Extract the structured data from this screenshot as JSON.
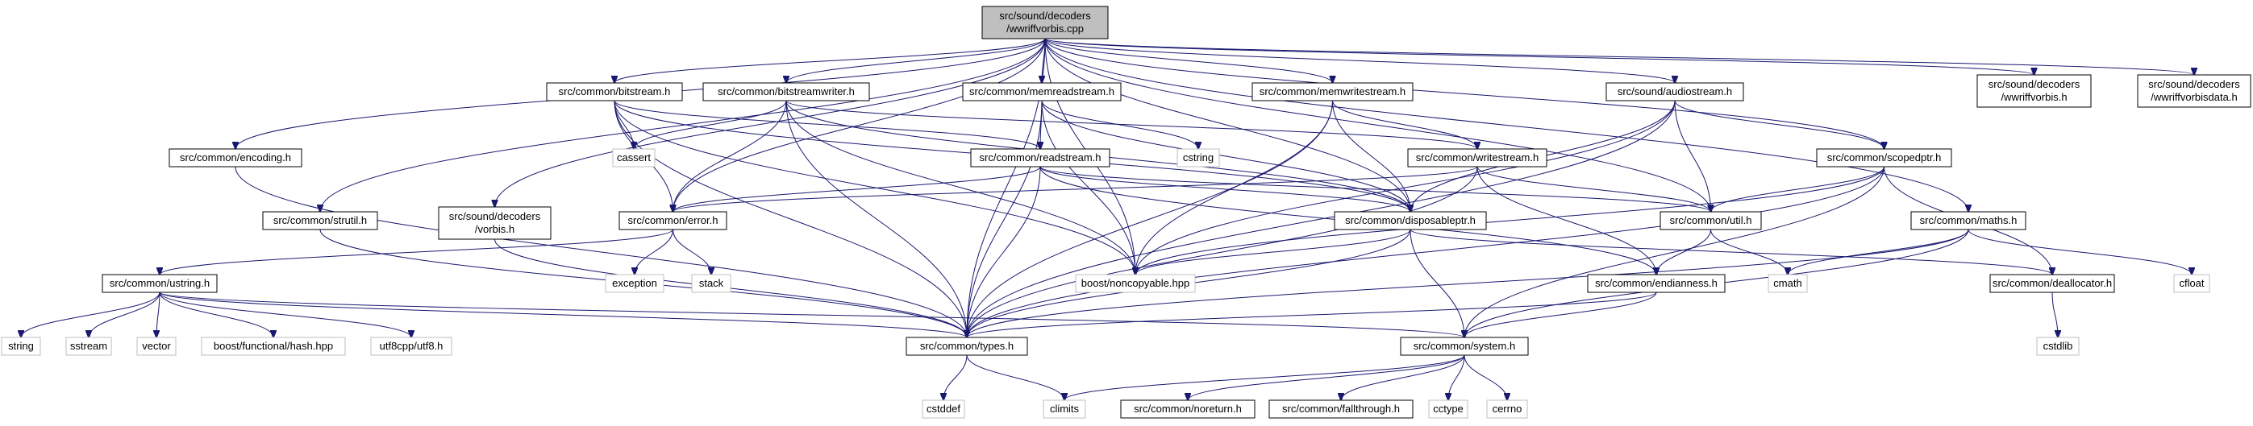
{
  "graph": {
    "nodes": [
      {
        "id": "main",
        "lines": [
          "src/sound/decoders",
          "/wwriffvorbis.cpp"
        ],
        "kind": "main"
      },
      {
        "id": "bitstream",
        "lines": [
          "src/common/bitstream.h"
        ],
        "kind": "file"
      },
      {
        "id": "bitstreamwriter",
        "lines": [
          "src/common/bitstreamwriter.h"
        ],
        "kind": "file"
      },
      {
        "id": "memreadstream",
        "lines": [
          "src/common/memreadstream.h"
        ],
        "kind": "file"
      },
      {
        "id": "memwritestream",
        "lines": [
          "src/common/memwritestream.h"
        ],
        "kind": "file"
      },
      {
        "id": "audiostream",
        "lines": [
          "src/sound/audiostream.h"
        ],
        "kind": "file"
      },
      {
        "id": "wwriffvorbis_h",
        "lines": [
          "src/sound/decoders",
          "/wwriffvorbis.h"
        ],
        "kind": "file"
      },
      {
        "id": "wwriffvorbisdata",
        "lines": [
          "src/sound/decoders",
          "/wwriffvorbisdata.h"
        ],
        "kind": "file"
      },
      {
        "id": "encoding",
        "lines": [
          "src/common/encoding.h"
        ],
        "kind": "file"
      },
      {
        "id": "strutil",
        "lines": [
          "src/common/strutil.h"
        ],
        "kind": "file"
      },
      {
        "id": "vorbis",
        "lines": [
          "src/sound/decoders",
          "/vorbis.h"
        ],
        "kind": "file"
      },
      {
        "id": "cassert",
        "lines": [
          "cassert"
        ],
        "kind": "sys"
      },
      {
        "id": "readstream",
        "lines": [
          "src/common/readstream.h"
        ],
        "kind": "file"
      },
      {
        "id": "cstring",
        "lines": [
          "cstring"
        ],
        "kind": "sys"
      },
      {
        "id": "writestream",
        "lines": [
          "src/common/writestream.h"
        ],
        "kind": "file"
      },
      {
        "id": "scopedptr",
        "lines": [
          "src/common/scopedptr.h"
        ],
        "kind": "file"
      },
      {
        "id": "error",
        "lines": [
          "src/common/error.h"
        ],
        "kind": "file"
      },
      {
        "id": "disposableptr",
        "lines": [
          "src/common/disposableptr.h"
        ],
        "kind": "file"
      },
      {
        "id": "util",
        "lines": [
          "src/common/util.h"
        ],
        "kind": "file"
      },
      {
        "id": "maths",
        "lines": [
          "src/common/maths.h"
        ],
        "kind": "file"
      },
      {
        "id": "ustring",
        "lines": [
          "src/common/ustring.h"
        ],
        "kind": "file"
      },
      {
        "id": "exception",
        "lines": [
          "exception"
        ],
        "kind": "sys"
      },
      {
        "id": "stack",
        "lines": [
          "stack"
        ],
        "kind": "sys"
      },
      {
        "id": "noncopyable",
        "lines": [
          "boost/noncopyable.hpp"
        ],
        "kind": "sys"
      },
      {
        "id": "endianness",
        "lines": [
          "src/common/endianness.h"
        ],
        "kind": "file"
      },
      {
        "id": "cmath",
        "lines": [
          "cmath"
        ],
        "kind": "sys"
      },
      {
        "id": "deallocator",
        "lines": [
          "src/common/deallocator.h"
        ],
        "kind": "file"
      },
      {
        "id": "cfloat",
        "lines": [
          "cfloat"
        ],
        "kind": "sys"
      },
      {
        "id": "string",
        "lines": [
          "string"
        ],
        "kind": "sys"
      },
      {
        "id": "sstream",
        "lines": [
          "sstream"
        ],
        "kind": "sys"
      },
      {
        "id": "vector",
        "lines": [
          "vector"
        ],
        "kind": "sys"
      },
      {
        "id": "hash",
        "lines": [
          "boost/functional/hash.hpp"
        ],
        "kind": "sys"
      },
      {
        "id": "utf8",
        "lines": [
          "utf8cpp/utf8.h"
        ],
        "kind": "sys"
      },
      {
        "id": "types",
        "lines": [
          "src/common/types.h"
        ],
        "kind": "file"
      },
      {
        "id": "system",
        "lines": [
          "src/common/system.h"
        ],
        "kind": "file"
      },
      {
        "id": "cstdlib",
        "lines": [
          "cstdlib"
        ],
        "kind": "sys"
      },
      {
        "id": "cstddef",
        "lines": [
          "cstddef"
        ],
        "kind": "sys"
      },
      {
        "id": "climits",
        "lines": [
          "climits"
        ],
        "kind": "sys"
      },
      {
        "id": "noreturn",
        "lines": [
          "src/common/noreturn.h"
        ],
        "kind": "file"
      },
      {
        "id": "fallthrough",
        "lines": [
          "src/common/fallthrough.h"
        ],
        "kind": "file"
      },
      {
        "id": "cctype",
        "lines": [
          "cctype"
        ],
        "kind": "sys"
      },
      {
        "id": "cerrno",
        "lines": [
          "cerrno"
        ],
        "kind": "sys"
      }
    ],
    "edges": [
      [
        "main",
        "bitstream"
      ],
      [
        "main",
        "bitstreamwriter"
      ],
      [
        "main",
        "memreadstream"
      ],
      [
        "main",
        "memwritestream"
      ],
      [
        "main",
        "audiostream"
      ],
      [
        "main",
        "wwriffvorbis_h"
      ],
      [
        "main",
        "wwriffvorbisdata"
      ],
      [
        "main",
        "encoding"
      ],
      [
        "main",
        "strutil"
      ],
      [
        "main",
        "vorbis"
      ],
      [
        "main",
        "error"
      ],
      [
        "main",
        "types"
      ],
      [
        "main",
        "noncopyable"
      ],
      [
        "main",
        "disposableptr"
      ],
      [
        "main",
        "util"
      ],
      [
        "main",
        "scopedptr"
      ],
      [
        "main",
        "maths"
      ],
      [
        "bitstream",
        "cassert"
      ],
      [
        "bitstream",
        "readstream"
      ],
      [
        "bitstream",
        "error"
      ],
      [
        "bitstream",
        "disposableptr"
      ],
      [
        "bitstream",
        "noncopyable"
      ],
      [
        "bitstream",
        "types"
      ],
      [
        "bitstreamwriter",
        "cassert"
      ],
      [
        "bitstreamwriter",
        "writestream"
      ],
      [
        "bitstreamwriter",
        "error"
      ],
      [
        "bitstreamwriter",
        "disposableptr"
      ],
      [
        "bitstreamwriter",
        "noncopyable"
      ],
      [
        "bitstreamwriter",
        "types"
      ],
      [
        "memreadstream",
        "readstream"
      ],
      [
        "memreadstream",
        "cstring"
      ],
      [
        "memreadstream",
        "disposableptr"
      ],
      [
        "memreadstream",
        "noncopyable"
      ],
      [
        "memreadstream",
        "types"
      ],
      [
        "memwritestream",
        "writestream"
      ],
      [
        "memwritestream",
        "disposableptr"
      ],
      [
        "memwritestream",
        "noncopyable"
      ],
      [
        "memwritestream",
        "types"
      ],
      [
        "audiostream",
        "scopedptr"
      ],
      [
        "audiostream",
        "util"
      ],
      [
        "audiostream",
        "disposableptr"
      ],
      [
        "audiostream",
        "noncopyable"
      ],
      [
        "audiostream",
        "types"
      ],
      [
        "encoding",
        "types"
      ],
      [
        "strutil",
        "types"
      ],
      [
        "vorbis",
        "types"
      ],
      [
        "readstream",
        "error"
      ],
      [
        "readstream",
        "disposableptr"
      ],
      [
        "readstream",
        "endianness"
      ],
      [
        "readstream",
        "types"
      ],
      [
        "readstream",
        "util"
      ],
      [
        "writestream",
        "error"
      ],
      [
        "writestream",
        "util"
      ],
      [
        "writestream",
        "endianness"
      ],
      [
        "writestream",
        "types"
      ],
      [
        "scopedptr",
        "util"
      ],
      [
        "scopedptr",
        "deallocator"
      ],
      [
        "scopedptr",
        "noncopyable"
      ],
      [
        "scopedptr",
        "types"
      ],
      [
        "scopedptr",
        "system"
      ],
      [
        "error",
        "ustring"
      ],
      [
        "error",
        "exception"
      ],
      [
        "error",
        "stack"
      ],
      [
        "disposableptr",
        "noncopyable"
      ],
      [
        "disposableptr",
        "deallocator"
      ],
      [
        "disposableptr",
        "types"
      ],
      [
        "disposableptr",
        "system"
      ],
      [
        "util",
        "endianness"
      ],
      [
        "util",
        "cmath"
      ],
      [
        "maths",
        "cmath"
      ],
      [
        "maths",
        "cfloat"
      ],
      [
        "maths",
        "types"
      ],
      [
        "maths",
        "system"
      ],
      [
        "ustring",
        "string"
      ],
      [
        "ustring",
        "sstream"
      ],
      [
        "ustring",
        "vector"
      ],
      [
        "ustring",
        "hash"
      ],
      [
        "ustring",
        "utf8"
      ],
      [
        "ustring",
        "types"
      ],
      [
        "ustring",
        "system"
      ],
      [
        "endianness",
        "types"
      ],
      [
        "endianness",
        "system"
      ],
      [
        "deallocator",
        "cstdlib"
      ],
      [
        "types",
        "cstddef"
      ],
      [
        "types",
        "climits"
      ],
      [
        "system",
        "climits"
      ],
      [
        "system",
        "noreturn"
      ],
      [
        "system",
        "fallthrough"
      ],
      [
        "system",
        "cctype"
      ],
      [
        "system",
        "cerrno"
      ]
    ]
  }
}
